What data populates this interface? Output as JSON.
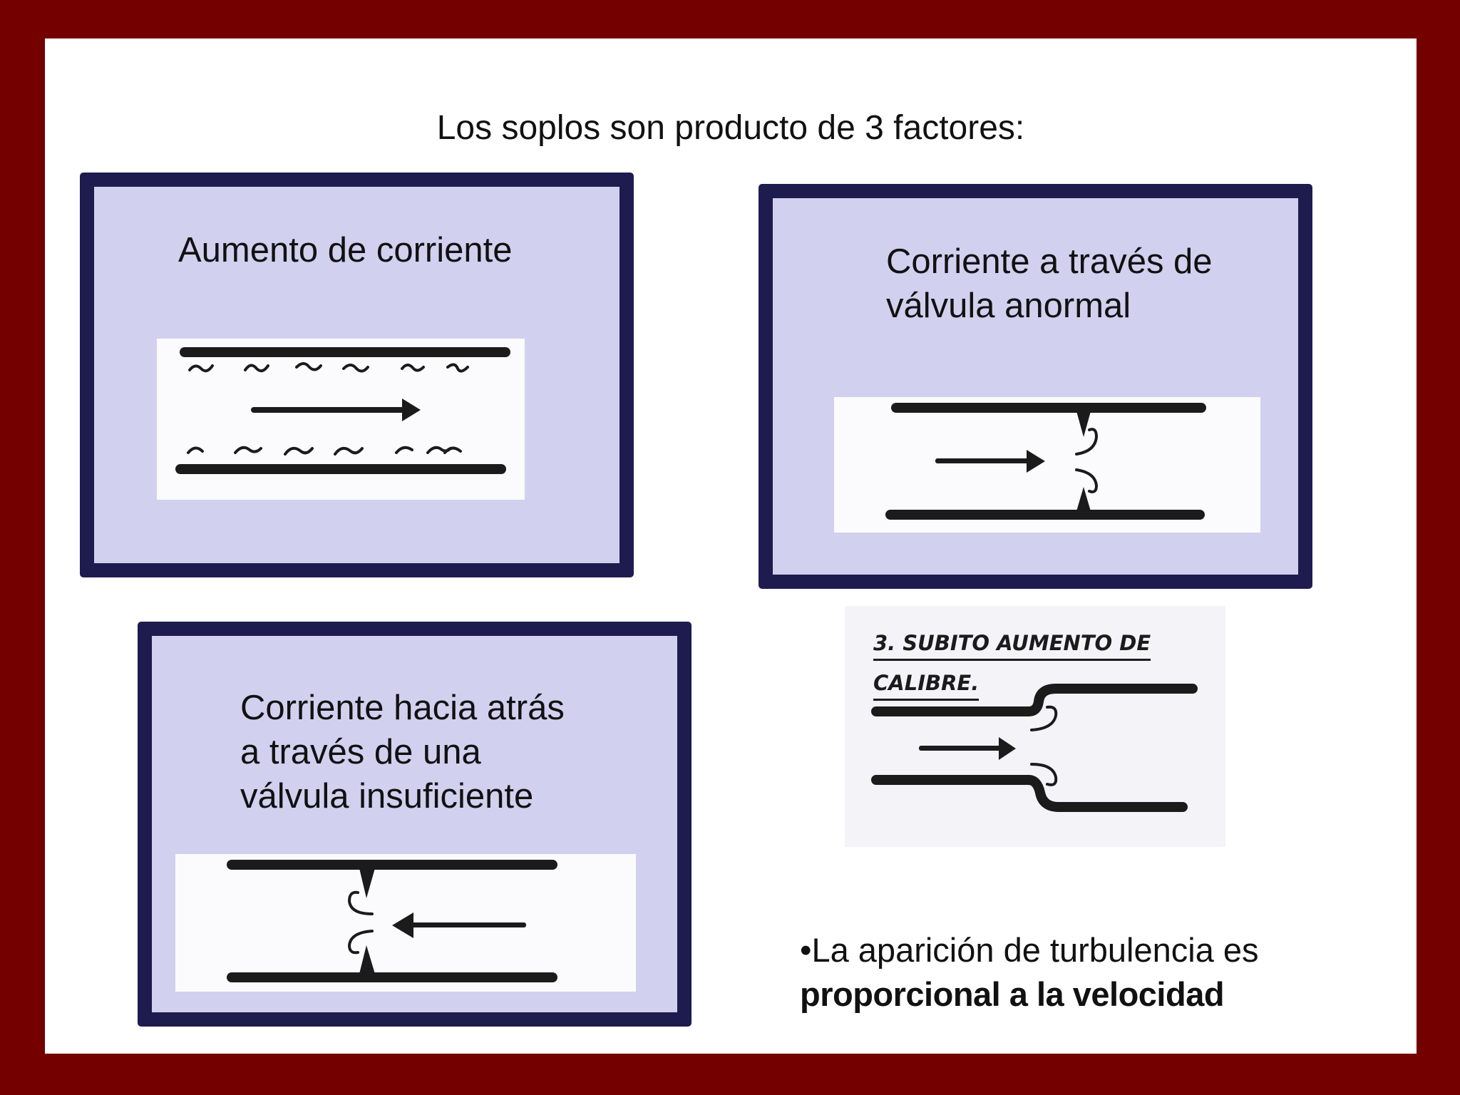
{
  "slide": {
    "title": "Los soplos son producto de 3 factores:"
  },
  "panels": [
    {
      "label": "Aumento de corriente"
    },
    {
      "label_line1": "Corriente a través de",
      "label_line2": "válvula anormal"
    },
    {
      "label_line1": "Corriente hacia atrás",
      "label_line2": "a través de una",
      "label_line3": "válvula insuficiente"
    }
  ],
  "figure4": {
    "caption_line1": "3. SUBITO AUMENTO DE",
    "caption_line2": "CALIBRE."
  },
  "note": {
    "bullet_text": "•La aparición de turbulencia es",
    "emphasis": "proporcional a la velocidad"
  },
  "colors": {
    "background_frame": "#740000",
    "panel_fill": "#d2d0ef",
    "panel_border": "#1e1b4f"
  }
}
